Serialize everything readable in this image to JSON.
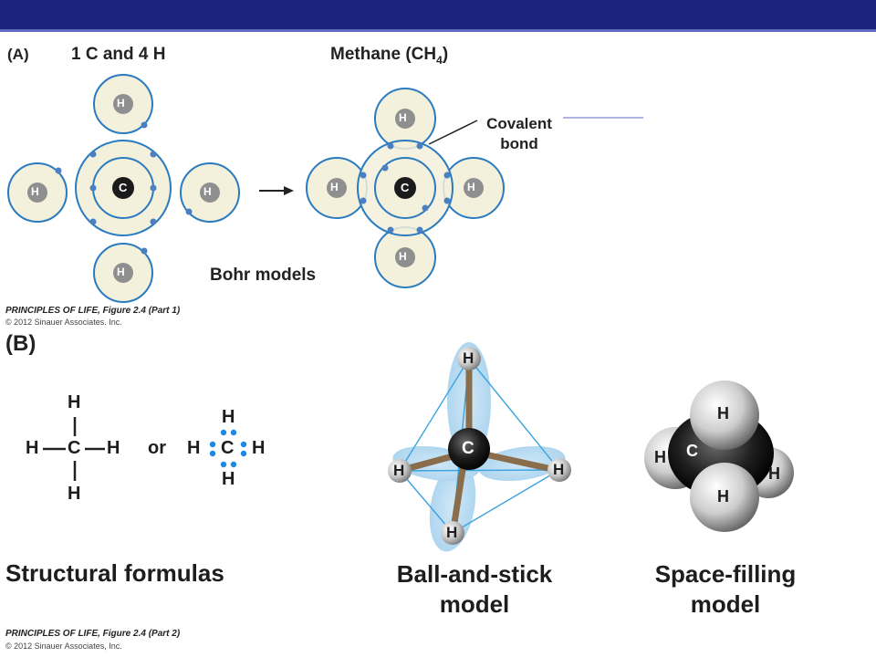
{
  "part_a": {
    "label": "(A)",
    "left_heading": "1 C and 4 H",
    "right_heading_main": "Methane  (CH",
    "right_heading_sub": "4",
    "right_heading_end": ")",
    "covalent_label": "Covalent bond",
    "bohr_label": "Bohr models",
    "caption": "PRINCIPLES OF LIFE, Figure 2.4 (Part 1)",
    "copyright": "© 2012 Sinauer Associates, Inc."
  },
  "part_b": {
    "label": "(B)",
    "structural_label": "Structural formulas",
    "ball_stick_label_1": "Ball-and-stick",
    "ball_stick_label_2": "model",
    "space_filling_label_1": "Space-filling",
    "space_filling_label_2": "model",
    "or_text": "or",
    "caption": "PRINCIPLES OF LIFE, Figure 2.4 (Part 2)",
    "copyright": "© 2012 Sinauer Associates, Inc."
  },
  "atoms": {
    "carbon": "C",
    "hydrogen": "H"
  },
  "colors": {
    "header_bar": "#1a237e",
    "shell_fill": "#f3f0dc",
    "shell_stroke": "#2a7bbf",
    "electron": "#4a7fc1",
    "lone_dots": "#1e88e5",
    "carbon_ball": "#1b1b1b",
    "hydrogen_ball": "#cfcfcf",
    "tetra_lines": "#3aa3e0"
  }
}
